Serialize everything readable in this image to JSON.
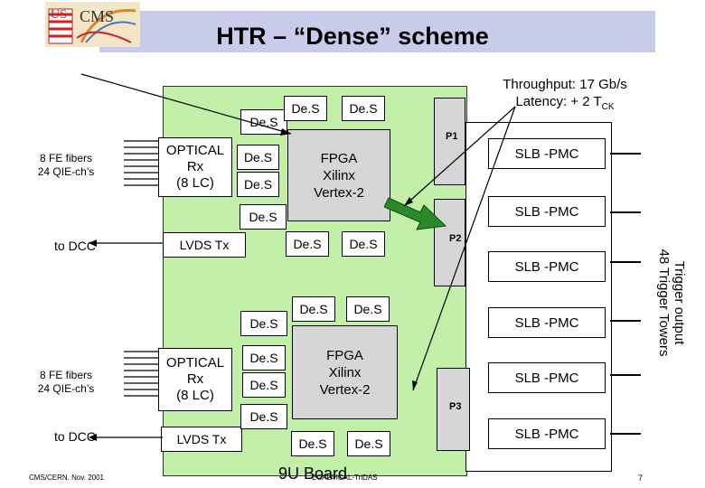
{
  "slide": {
    "title": "HTR – “Dense” scheme",
    "footer_left": "CMS/CERN. Nov. 2001",
    "footer_center": "9U Board",
    "footer_center_overlap": "ECAL/HCAL-TriDAS",
    "page_number": "7"
  },
  "annotations": {
    "throughput": "Throughput: 17 Gb/s",
    "latency": "Latency: + 2 T",
    "latency_sub": "CK",
    "trigger_line1": "Trigger output",
    "trigger_line2": "48 Trigger Towers"
  },
  "top_channel": {
    "fibers_line1": "8 FE fibers",
    "fibers_line2": "24 QIE-ch’s",
    "optical_l1": "OPTICAL",
    "optical_l2": "Rx",
    "optical_l3": "(8 LC)",
    "lvds": "LVDS Tx",
    "to_dcc": "to DCC",
    "fpga_l1": "FPGA",
    "fpga_l2": "Xilinx",
    "fpga_l3": "Vertex-2"
  },
  "bottom_channel": {
    "fibers_line1": "8 FE fibers",
    "fibers_line2": "24 QIE-ch’s",
    "optical_l1": "OPTICAL",
    "optical_l2": "Rx",
    "optical_l3": "(8 LC)",
    "lvds": "LVDS Tx",
    "to_dcc": "to DCC",
    "fpga_l1": "FPGA",
    "fpga_l2": "Xilinx",
    "fpga_l3": "Vertex-2"
  },
  "des_label": "De.S",
  "connectors": {
    "p1": "P1",
    "p2": "P2",
    "p3": "P3"
  },
  "slb_label": "SLB -PMC"
}
